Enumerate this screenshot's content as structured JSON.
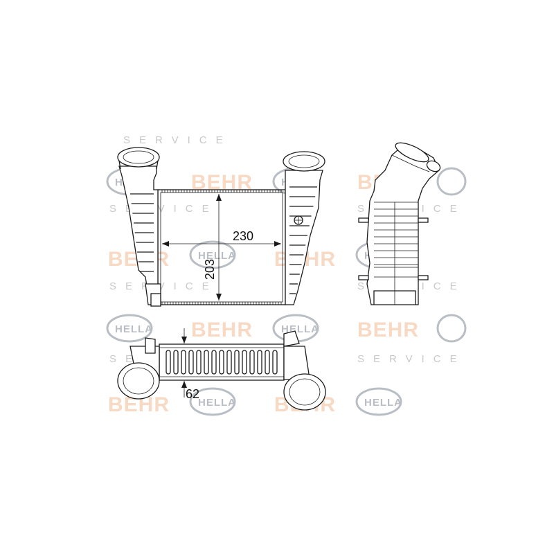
{
  "watermarks": {
    "behr": "BEHR",
    "hella": "HELLA",
    "service": "SERVICE"
  },
  "dimensions": {
    "width": "230",
    "height": "203",
    "depth": "62"
  },
  "colors": {
    "behr_watermark": "#f7d9c4",
    "hella_watermark": "#b9bec4",
    "service_watermark": "#c9c9c9",
    "line": "#1a1a1a"
  }
}
